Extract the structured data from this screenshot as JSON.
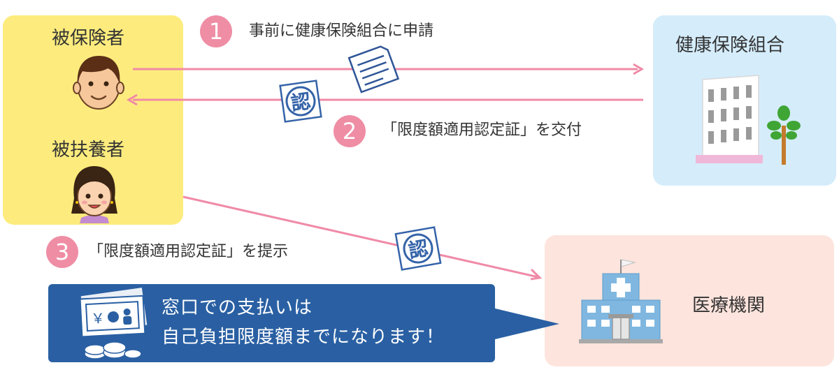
{
  "parties": {
    "insured": "被保険者",
    "dependent": "被扶養者",
    "kenpo": "健康保険組合",
    "hospital": "医療機関"
  },
  "steps": [
    {
      "number": "1",
      "text": "事前に健康保険組合に申請"
    },
    {
      "number": "2",
      "text": "「限度額適用認定証」を交付"
    },
    {
      "number": "3",
      "text": "「限度額適用認定証」を提示"
    }
  ],
  "stamp_char": "認",
  "note": {
    "line1": "窓口での支払いは",
    "line2": "自己負担限度額までになります！",
    "money_char": "￥"
  },
  "colors": {
    "arrow": "#f08aa7",
    "step_badge": "#ef8da5",
    "insured_bg": "#fdec7d",
    "kenpo_bg": "#d5ecfb",
    "hospital_bg": "#fde4dd",
    "note_bg": "#2a60a3",
    "stamp": "#3463a8"
  },
  "icons": [
    "man-face-icon",
    "woman-face-icon",
    "application-document-icon",
    "certificate-stamp-icon",
    "office-building-icon",
    "tree-icon",
    "hospital-building-icon",
    "money-bills-icon",
    "coins-icon"
  ]
}
